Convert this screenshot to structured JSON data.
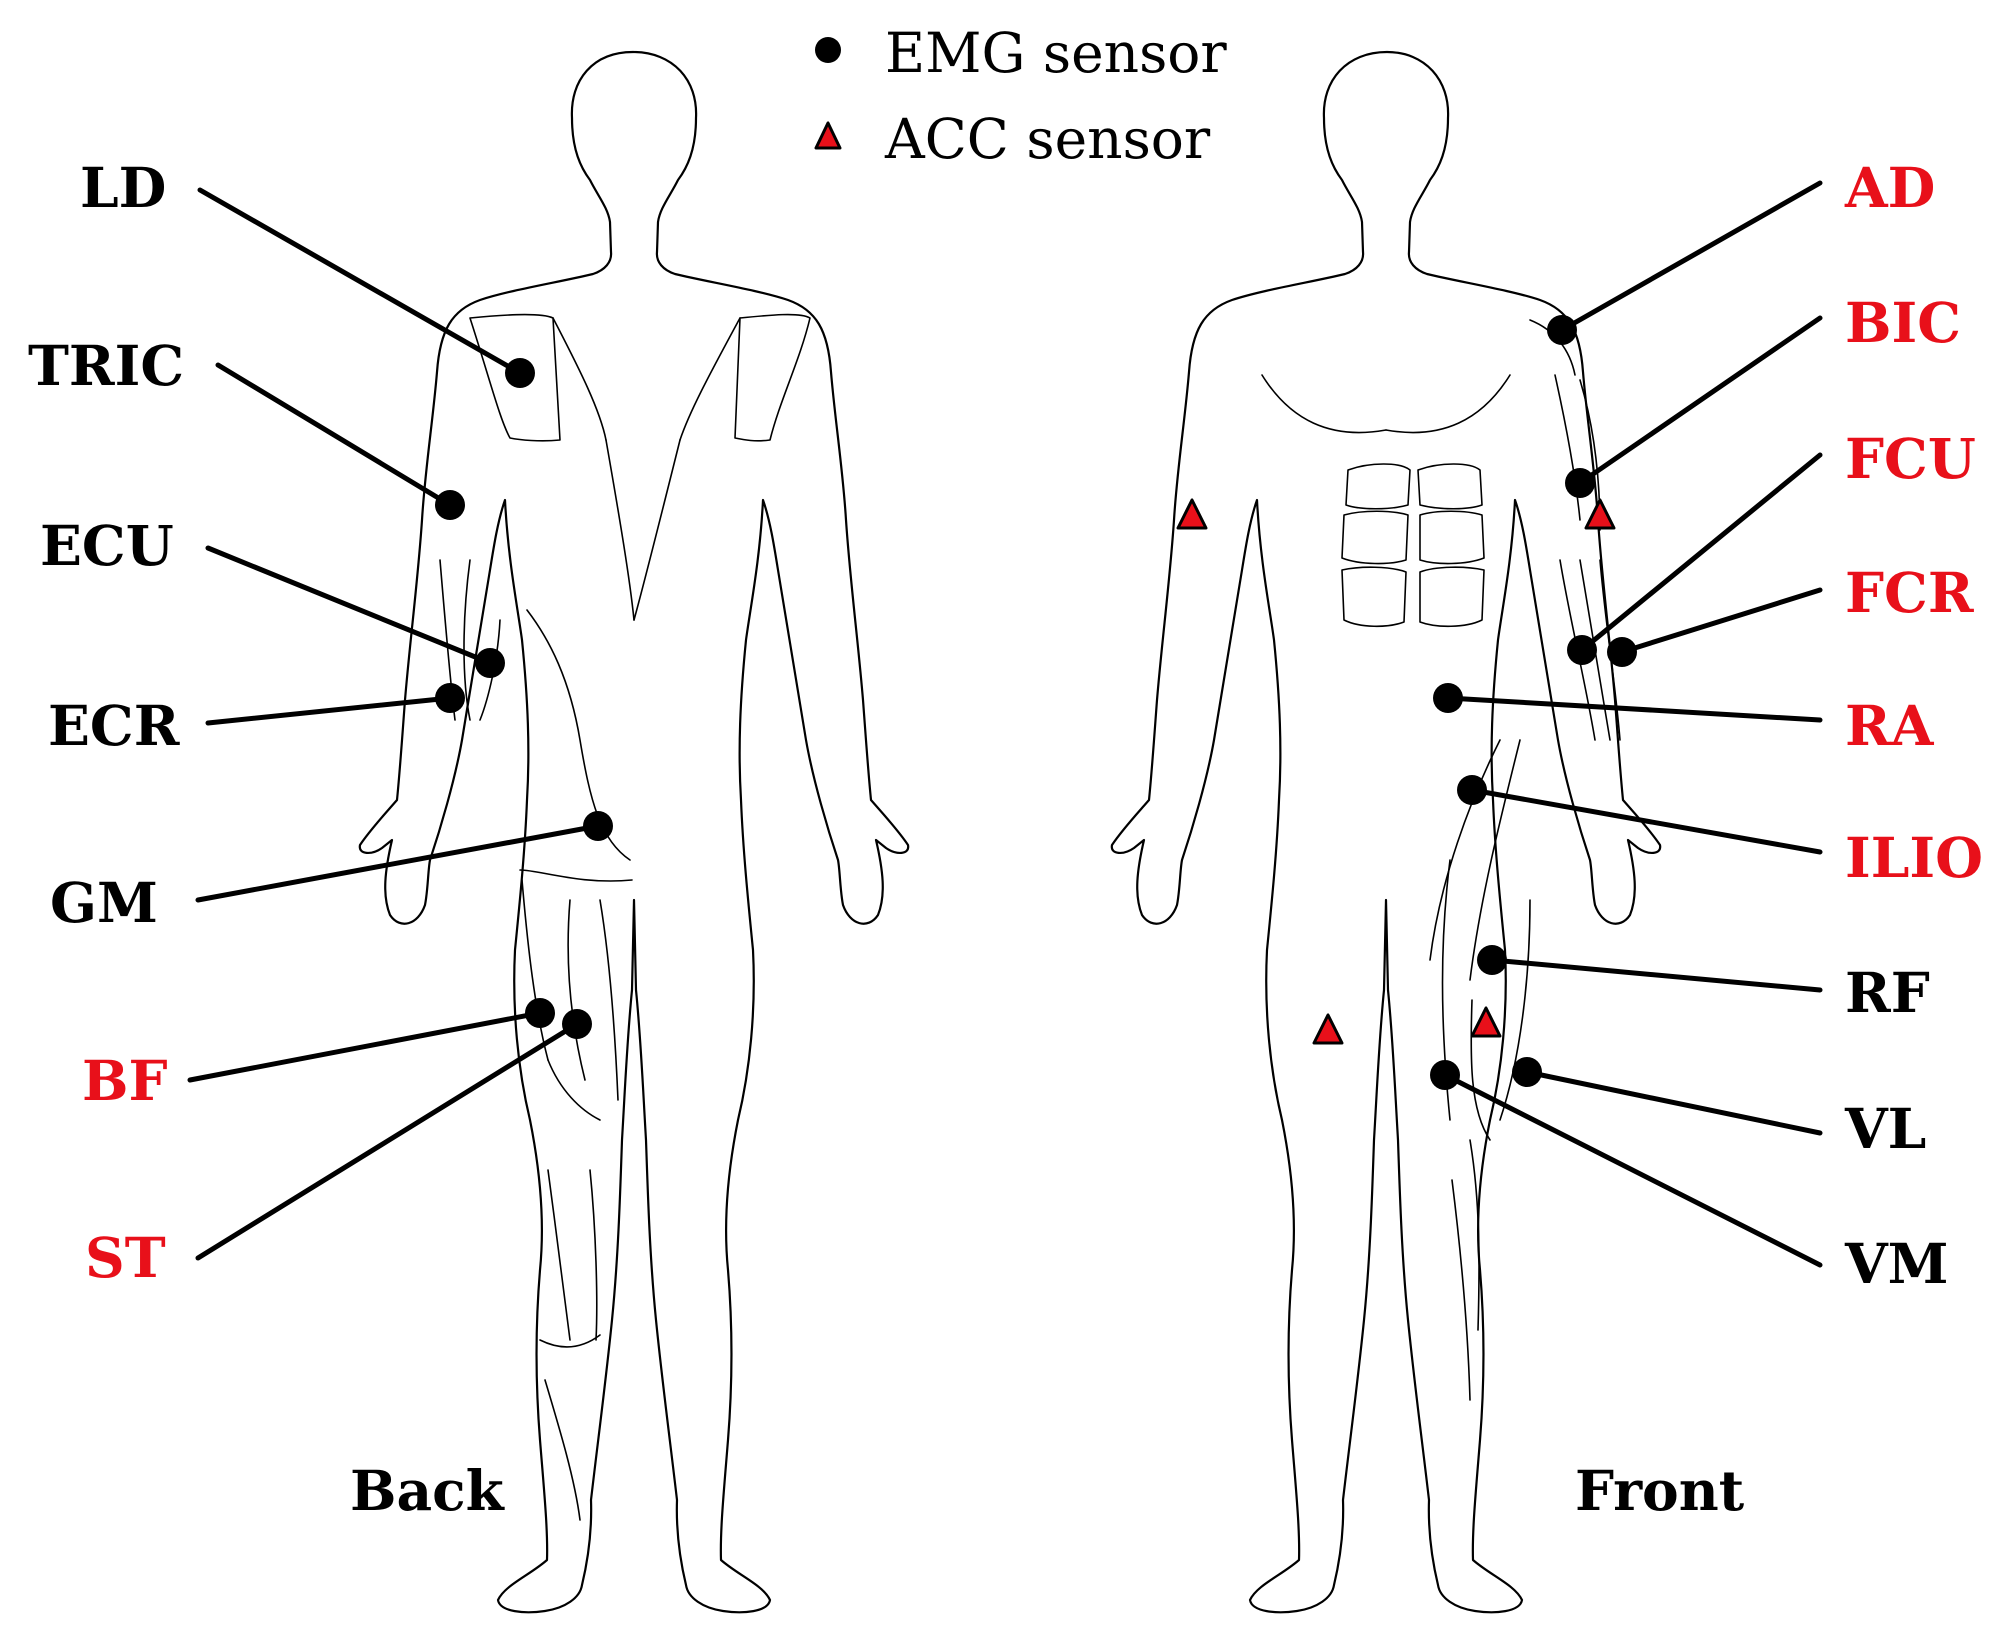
{
  "legend": {
    "emg_text": "EMG sensor",
    "acc_text": "ACC sensor"
  },
  "views": {
    "back": "Back",
    "front": "Front"
  },
  "colors": {
    "highlight": "#e8101a",
    "default": "#000000",
    "acc_fill": "#e8101a",
    "emg_fill": "#000000"
  },
  "back_labels": [
    {
      "id": "LD",
      "text": "LD",
      "highlight": false
    },
    {
      "id": "TRIC",
      "text": "TRIC",
      "highlight": false
    },
    {
      "id": "ECU",
      "text": "ECU",
      "highlight": false
    },
    {
      "id": "ECR",
      "text": "ECR",
      "highlight": false
    },
    {
      "id": "GM",
      "text": "GM",
      "highlight": false
    },
    {
      "id": "BF",
      "text": "BF",
      "highlight": true
    },
    {
      "id": "ST",
      "text": "ST",
      "highlight": true
    }
  ],
  "front_labels": [
    {
      "id": "AD",
      "text": "AD",
      "highlight": true
    },
    {
      "id": "BIC",
      "text": "BIC",
      "highlight": true
    },
    {
      "id": "FCU",
      "text": "FCU",
      "highlight": true
    },
    {
      "id": "FCR",
      "text": "FCR",
      "highlight": true
    },
    {
      "id": "RA",
      "text": "RA",
      "highlight": true
    },
    {
      "id": "ILIO",
      "text": "ILIO",
      "highlight": true
    },
    {
      "id": "RF",
      "text": "RF",
      "highlight": false
    },
    {
      "id": "VL",
      "text": "VL",
      "highlight": false
    },
    {
      "id": "VM",
      "text": "VM",
      "highlight": false
    }
  ]
}
